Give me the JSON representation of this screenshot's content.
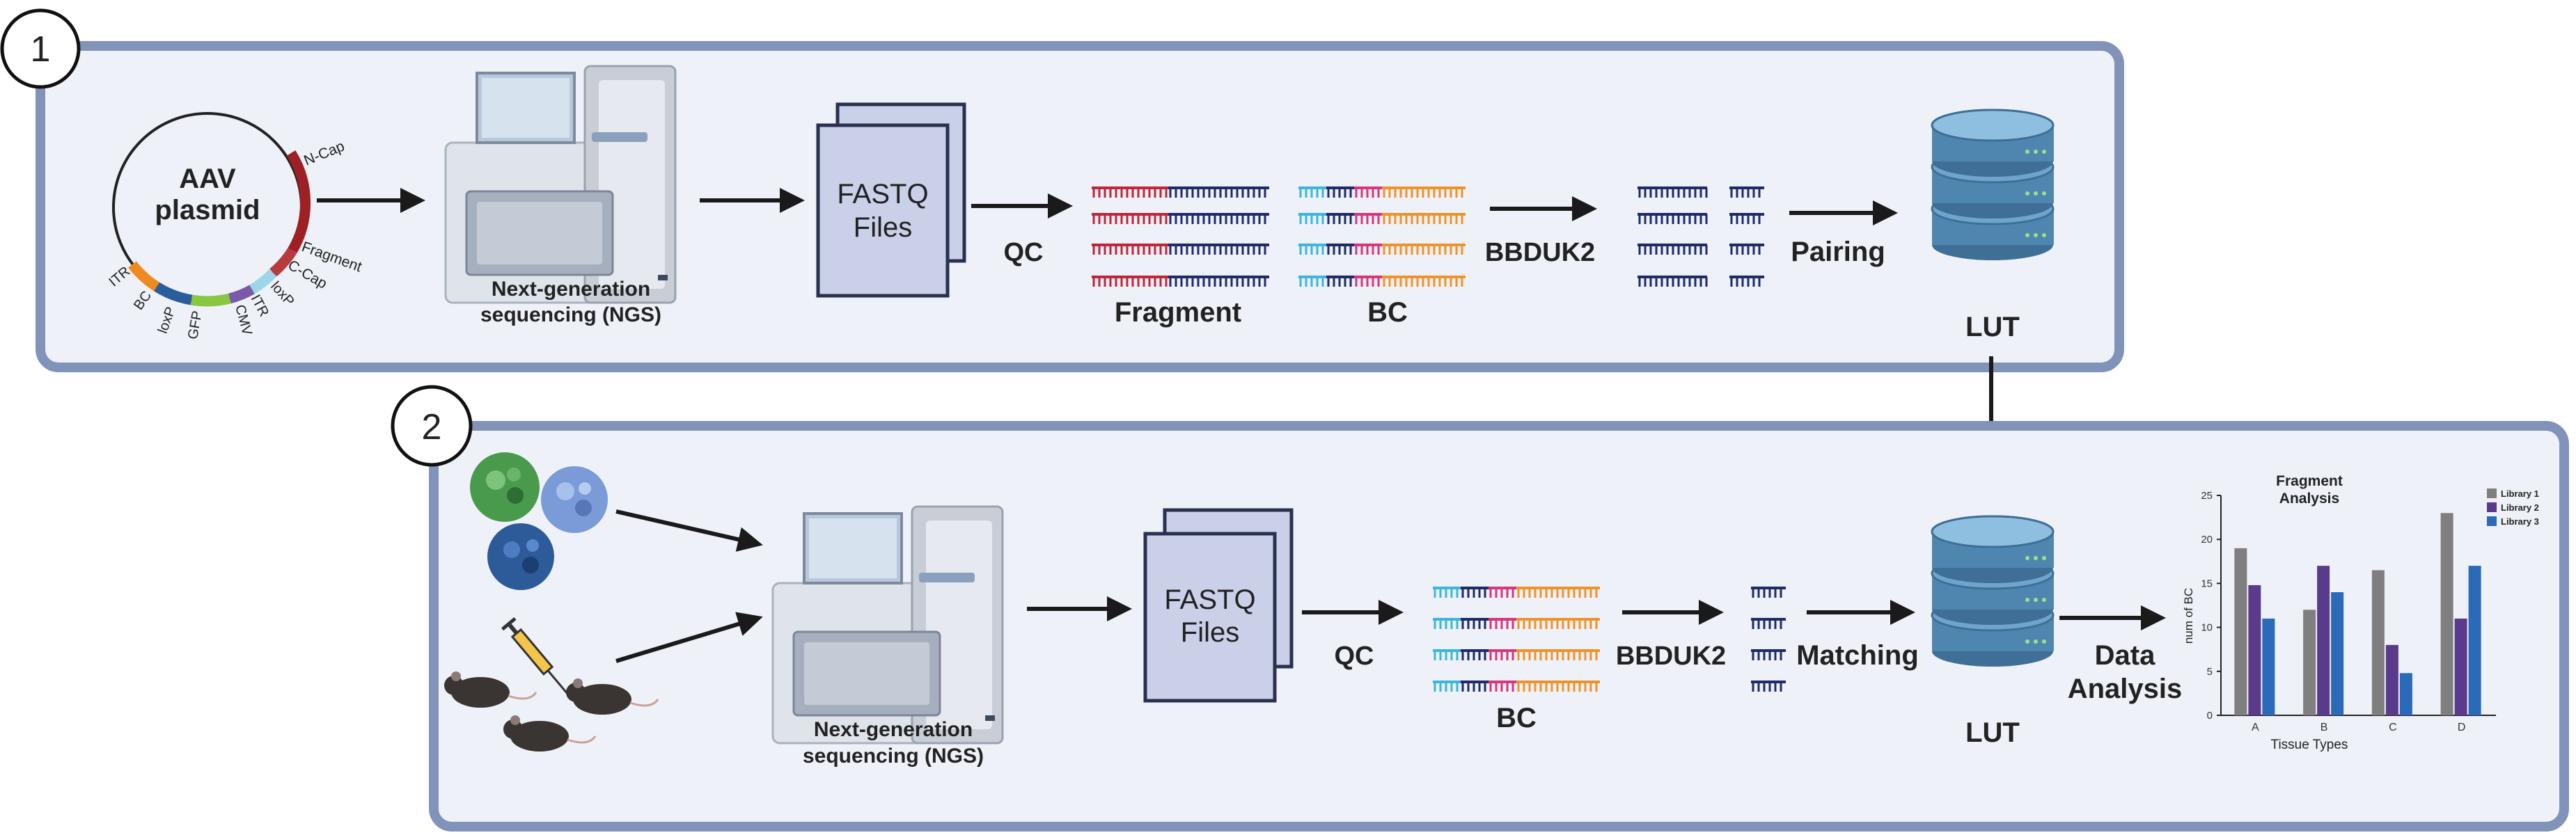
{
  "panel1": {
    "step_number": "1",
    "plasmid": {
      "title_line1": "AAV",
      "title_line2": "plasmid",
      "labels": [
        "N-Cap",
        "Fragment",
        "C-Cap",
        "loxP",
        "ITR",
        "CMV",
        "GFP",
        "loxP",
        "BC",
        "ITR"
      ]
    },
    "ngs_label_line1": "Next-generation",
    "ngs_label_line2": "sequencing (NGS)",
    "fastq_line1": "FASTQ",
    "fastq_line2": "Files",
    "qc_label": "QC",
    "fragment_label": "Fragment",
    "bc_label": "BC",
    "bbduk_label": "BBDUK2",
    "pairing_label": "Pairing",
    "lut_label": "LUT"
  },
  "panel2": {
    "step_number": "2",
    "ngs_label_line1": "Next-generation",
    "ngs_label_line2": "sequencing (NGS)",
    "fastq_line1": "FASTQ",
    "fastq_line2": "Files",
    "qc_label": "QC",
    "bc_label": "BC",
    "bbduk_label": "BBDUK2",
    "matching_label": "Matching",
    "lut_label": "LUT",
    "data_analysis_line1": "Data",
    "data_analysis_line2": "Analysis"
  },
  "colors": {
    "panel_border": "#8193b8",
    "panel_fill": "#eef2f8",
    "arrow": "#1a1a1a",
    "navy": "#1f2a6b",
    "red": "#c0263a",
    "cyan": "#3ab6e0",
    "orange": "#f0922a",
    "magenta": "#d8357a",
    "db_blue": "#4f86b0"
  },
  "chart_data": {
    "type": "bar",
    "title_line1": "Fragment",
    "title_line2": "Analysis",
    "xlabel": "Tissue Types",
    "ylabel": "num of BC",
    "categories": [
      "A",
      "B",
      "C",
      "D"
    ],
    "ylim": [
      0,
      25
    ],
    "yticks": [
      0,
      5,
      10,
      15,
      20,
      25
    ],
    "legend_position": "top-right",
    "series": [
      {
        "name": "Library 1",
        "color": "#7f7f7f",
        "values": [
          19,
          12,
          16.5,
          23
        ]
      },
      {
        "name": "Library 2",
        "color": "#5a3a8a",
        "values": [
          14.8,
          17,
          8,
          11
        ]
      },
      {
        "name": "Library 3",
        "color": "#2a6ab8",
        "values": [
          11,
          14,
          4.8,
          17
        ]
      }
    ]
  }
}
